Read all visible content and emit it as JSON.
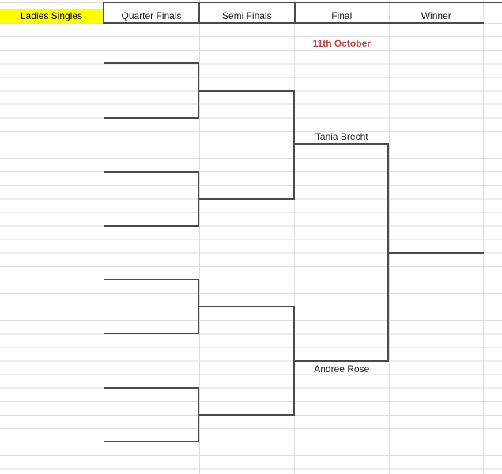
{
  "sheet": {
    "event_title": "Ladies Singles",
    "round_headers": [
      "Quarter Finals",
      "Semi Finals",
      "Final",
      "Winner"
    ],
    "final_date": "11th October",
    "finalists": {
      "top": "Tania Brecht",
      "bottom": "Andree Rose"
    }
  },
  "colors": {
    "title_highlight": "#ffff00",
    "date_text": "#cf4040",
    "bracket_line": "#4a4a4a",
    "gridline": "#dcdcdc",
    "text": "#1b1b1b"
  }
}
